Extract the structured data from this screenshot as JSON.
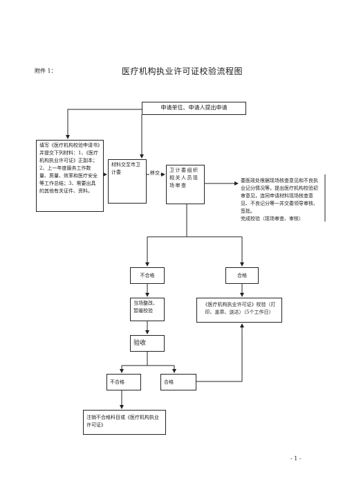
{
  "header": {
    "attachment": "附件 1：",
    "title": "医疗机构执业许可证校验流程图"
  },
  "flow": {
    "start": "申请单位、申请人提出申请",
    "materials": "填写《医疗机构校验申请书》并提交下列材料：1、《医疗机构执业许可证》正副本；2、上一年度服务工作数量、质量、效率和医疗安全等工作总结；3、需要出具的其他有关证件、资料。",
    "submit_to": "材料交至市卫计委",
    "handover": "移交",
    "inspect": "卫计委组织相关人员现场审查",
    "review": "委医政处根据现场核查意见和不良执业记分情况等，提出医疗机构校验初审意见，连同申请材料现场核查意见、不良记分等一并交委领导审核、签批。",
    "complete": "完成校验（现场审查、审核）",
    "fail": "不合格",
    "pass": "合格",
    "rectify": "当场整改、暂缓校验",
    "certificate": "《医疗机构执业许可证》校验（打印、盖章、送达）（5个工作日）",
    "acceptance": "验收",
    "fail2": "不合格",
    "pass2": "合格",
    "revoke": "注销不合格科目或《医疗机构执业许可证》"
  },
  "footer": {
    "page": "- 1 -"
  }
}
